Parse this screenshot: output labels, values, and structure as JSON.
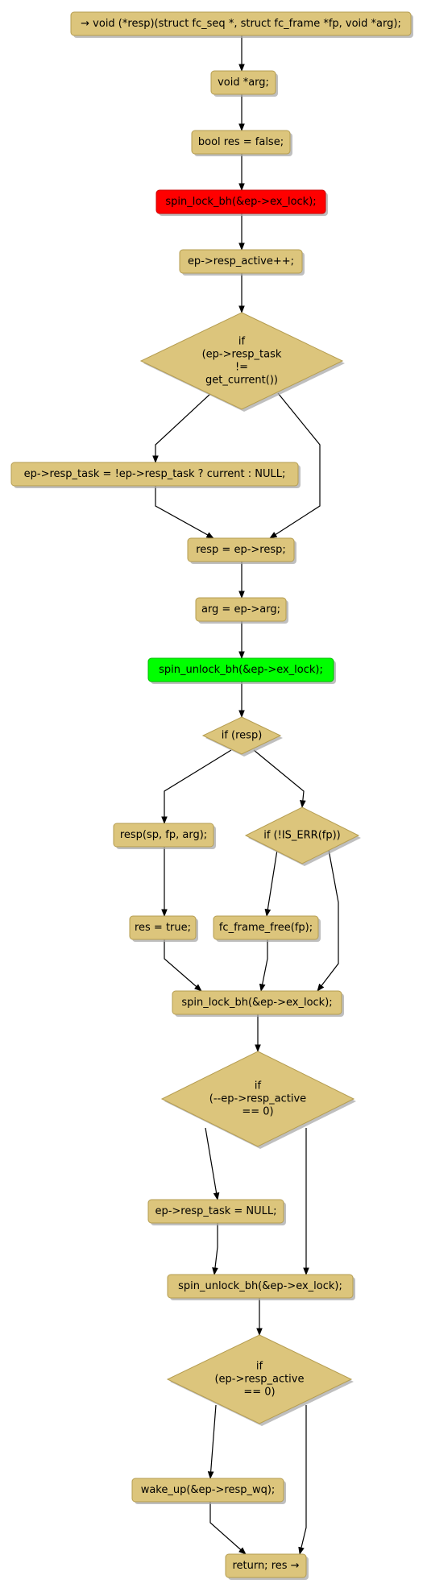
{
  "diagram": {
    "nodes": {
      "entry": "→ void (*resp)(struct fc_seq *, struct fc_frame *fp, void *arg);",
      "decl_arg": "void *arg;",
      "decl_res": "bool res = false;",
      "lock1": "spin_lock_bh(&ep->ex_lock);",
      "inc_active": "ep->resp_active++;",
      "if_task": [
        "if",
        "(ep->resp_task",
        "!=",
        "get_current())"
      ],
      "set_task": "ep->resp_task = !ep->resp_task ? current : NULL;",
      "get_resp": "resp = ep->resp;",
      "get_arg": "arg = ep->arg;",
      "unlock1": "spin_unlock_bh(&ep->ex_lock);",
      "if_resp": [
        "if (resp)"
      ],
      "call_resp": "resp(sp, fp, arg);",
      "if_iserr": [
        "if (!IS_ERR(fp))"
      ],
      "set_res": "res = true;",
      "frame_free": "fc_frame_free(fp);",
      "lock2": "spin_lock_bh(&ep->ex_lock);",
      "if_dec": [
        "if",
        "(--ep->resp_active",
        "== 0)"
      ],
      "clear_task": "ep->resp_task = NULL;",
      "unlock2": "spin_unlock_bh(&ep->ex_lock);",
      "if_zero": [
        "if",
        "(ep->resp_active",
        "== 0)"
      ],
      "wake": "wake_up(&ep->resp_wq);",
      "ret": "return; res →"
    },
    "colors": {
      "node_fill": "#dcc57c",
      "node_border": "#b59d51",
      "lock_red": "#ff0000",
      "unlock_green": "#00ff00",
      "edge": "#000000"
    }
  }
}
